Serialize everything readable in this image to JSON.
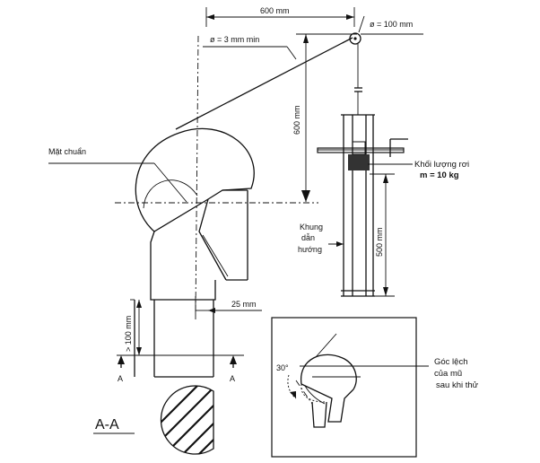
{
  "labels": {
    "dim_600_horizontal": "600 mm",
    "dim_pulley_diameter": "ø = 100 mm",
    "dim_cable_diameter": "ø = 3 mm min",
    "dim_600_vertical": "600 mm",
    "reference_plane": "Mặt chuẩn",
    "falling_mass_line1": "Khối lượng rơi",
    "falling_mass_line2": "m = 10 kg",
    "guide_frame_line1": "Khung",
    "guide_frame_line2": "dẫn",
    "guide_frame_line3": "hướng",
    "dim_500_vertical": "500 mm",
    "dim_25": "25 mm",
    "dim_100_vertical": "> 100 mm",
    "section_mark_left": "A",
    "section_mark_right": "A",
    "section_title": "A-A",
    "angle_30": "30°",
    "deflection_line1": "Góc lệch",
    "deflection_line2": "của mũ",
    "deflection_line3": "sau khi thử"
  }
}
